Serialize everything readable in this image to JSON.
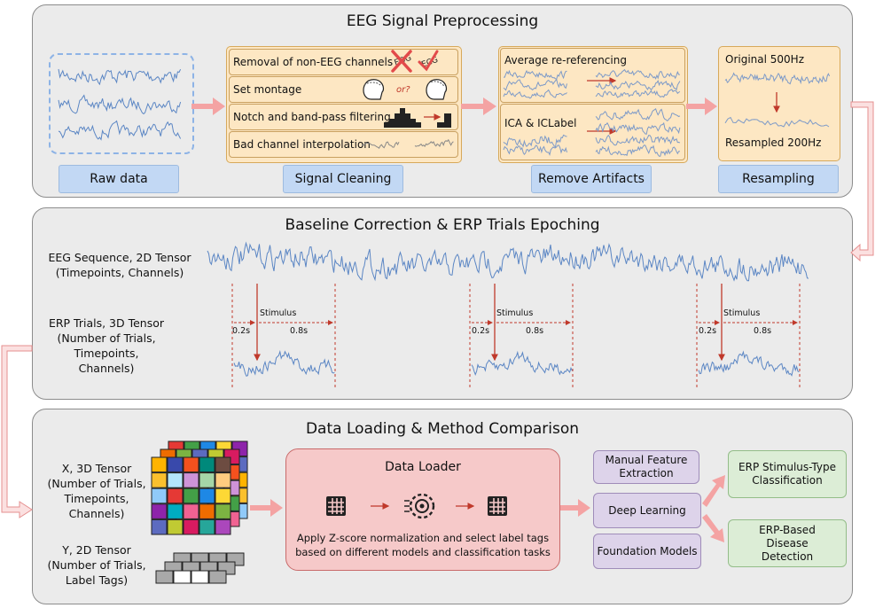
{
  "panel1": {
    "title": "EEG Signal Preprocessing",
    "raw_label": "Raw data",
    "cleaning_label": "Signal Cleaning",
    "artifacts_label": "Remove Artifacts",
    "resampling_label": "Resampling",
    "cleaning_steps": [
      "Removal of non-EEG channels",
      "Set montage",
      "Notch and band-pass filtering",
      "Bad channel interpolation"
    ],
    "montage_or": "or?",
    "eog_text": "EOG",
    "ecg_text": "ECG",
    "artifact_steps": [
      "Average re-referencing",
      "ICA & ICLabel"
    ],
    "resample_top": "Original 500Hz",
    "resample_bottom": "Resampled 200Hz"
  },
  "panel2": {
    "title": "Baseline Correction & ERP Trials Epoching",
    "eeg_label_1": "EEG Sequence, 2D Tensor",
    "eeg_label_2": "(Timepoints, Channels)",
    "erp_label_1": "ERP Trials, 3D Tensor",
    "erp_label_2": "(Number of Trials,",
    "erp_label_3": "Timepoints,",
    "erp_label_4": "Channels)",
    "stimulus": "Stimulus",
    "pre": "0.2s",
    "post": "0.8s"
  },
  "panel3": {
    "title": "Data Loading & Method Comparison",
    "x_label_1": "X, 3D Tensor",
    "x_label_2": "(Number of Trials,",
    "x_label_3": "Timepoints,",
    "x_label_4": "Channels)",
    "y_label_1": "Y, 2D Tensor",
    "y_label_2": "(Number of Trials,",
    "y_label_3": "Label Tags)",
    "loader_title": "Data Loader",
    "loader_text_1": "Apply Z-score normalization and select label tags",
    "loader_text_2": "based on different models and classification tasks",
    "methods": [
      "Manual Feature Extraction",
      "Deep Learning",
      "Foundation Models"
    ],
    "outputs": [
      "ERP Stimulus-Type Classification",
      "ERP-Based Disease Detection"
    ]
  },
  "colors": {
    "panel_bg": "#ebebeb",
    "blue_label": "#c2d8f4",
    "orange_box": "#fde7c3",
    "arrow": "#f4a3a3",
    "signal": "#5b86c4",
    "stimulus_red": "#c0392b",
    "purple_box": "#ddd3ea",
    "green_box": "#dcedd6",
    "loader_box": "#f6c9c9"
  }
}
